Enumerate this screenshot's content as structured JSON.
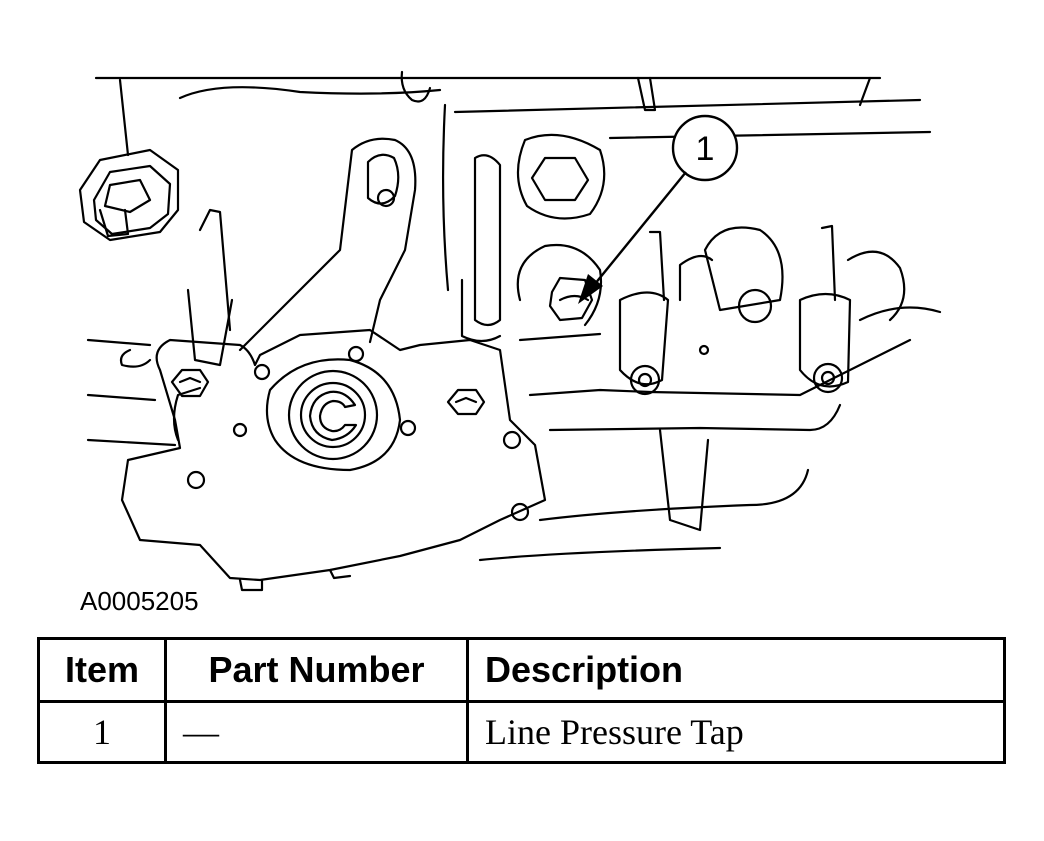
{
  "figure": {
    "id": "A0005205",
    "callouts": [
      {
        "label": "1"
      }
    ]
  },
  "table": {
    "headers": {
      "item": "Item",
      "part_number": "Part Number",
      "description": "Description"
    },
    "rows": [
      {
        "item": "1",
        "part_number": "—",
        "description": "Line Pressure Tap"
      }
    ]
  }
}
